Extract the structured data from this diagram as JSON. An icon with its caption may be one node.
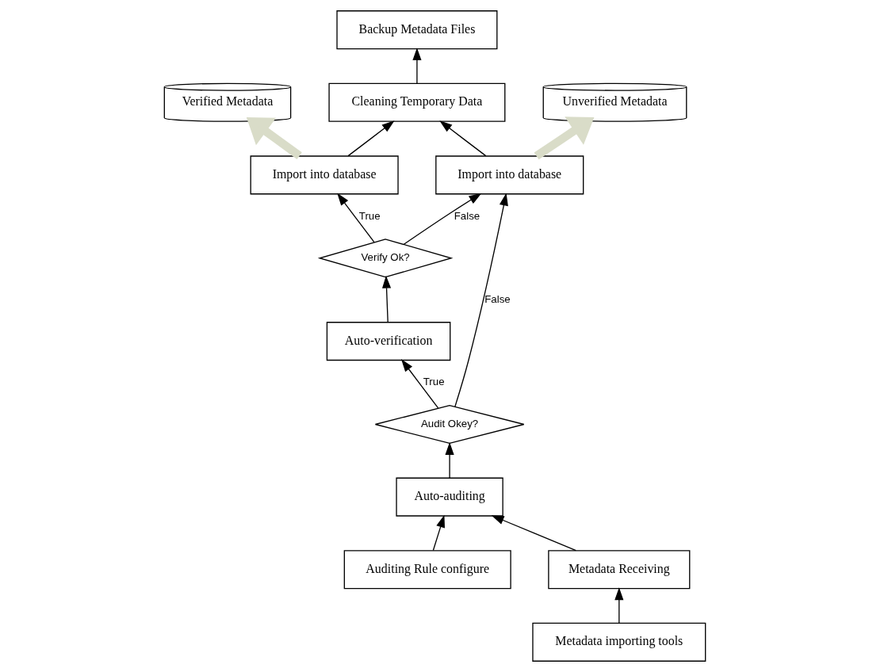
{
  "diagram": {
    "nodes": [
      {
        "text": [
          "Verified Metadata"
        ]
      },
      {
        "text": [
          "Import into database"
        ]
      },
      {
        "text": [
          "Cleaning Temporary Data"
        ]
      },
      {
        "text": [
          "Backup Metadata Files"
        ]
      },
      {
        "text": [
          "Verify Ok?"
        ]
      },
      {
        "text": [
          "Auto-verification"
        ]
      },
      {
        "text": [
          "Audit Okey?"
        ]
      },
      {
        "text": [
          "Import into database"
        ]
      },
      {
        "text": [
          "Unverified Metadata"
        ]
      },
      {
        "text": [
          "Auditing Rule configure"
        ]
      },
      {
        "text": [
          "Auto-auditing"
        ]
      },
      {
        "text": [
          "Metadata Receiving"
        ]
      },
      {
        "text": [
          "Metadata importing tools"
        ]
      }
    ],
    "edges": [
      {
        "from": 1,
        "to": 0,
        "arrow": "to",
        "style": "thick",
        "color": "#d9dcc8"
      },
      {
        "from": 1,
        "to": 2,
        "arrow": "to"
      },
      {
        "from": 2,
        "to": 3,
        "arrow": "to"
      },
      {
        "from": 4,
        "to": 1,
        "arrow": "to",
        "label": "True"
      },
      {
        "from": 4,
        "to": 7,
        "arrow": "to",
        "label": "False"
      },
      {
        "from": 5,
        "to": 4,
        "arrow": "to"
      },
      {
        "from": 6,
        "to": 5,
        "arrow": "to",
        "label": "True"
      },
      {
        "from": 6,
        "to": 7,
        "arrow": "to",
        "label": "False"
      },
      {
        "from": 7,
        "to": 8,
        "arrow": "to",
        "style": "thick",
        "color": "#d9dcc8"
      },
      {
        "from": 7,
        "to": 2,
        "arrow": "to"
      },
      {
        "from": 9,
        "to": 10,
        "arrow": "to"
      },
      {
        "from": 10,
        "to": 6,
        "arrow": "to"
      },
      {
        "from": 11,
        "to": 10,
        "arrow": "to"
      },
      {
        "from": 12,
        "to": 11,
        "arrow": "to"
      }
    ]
  }
}
